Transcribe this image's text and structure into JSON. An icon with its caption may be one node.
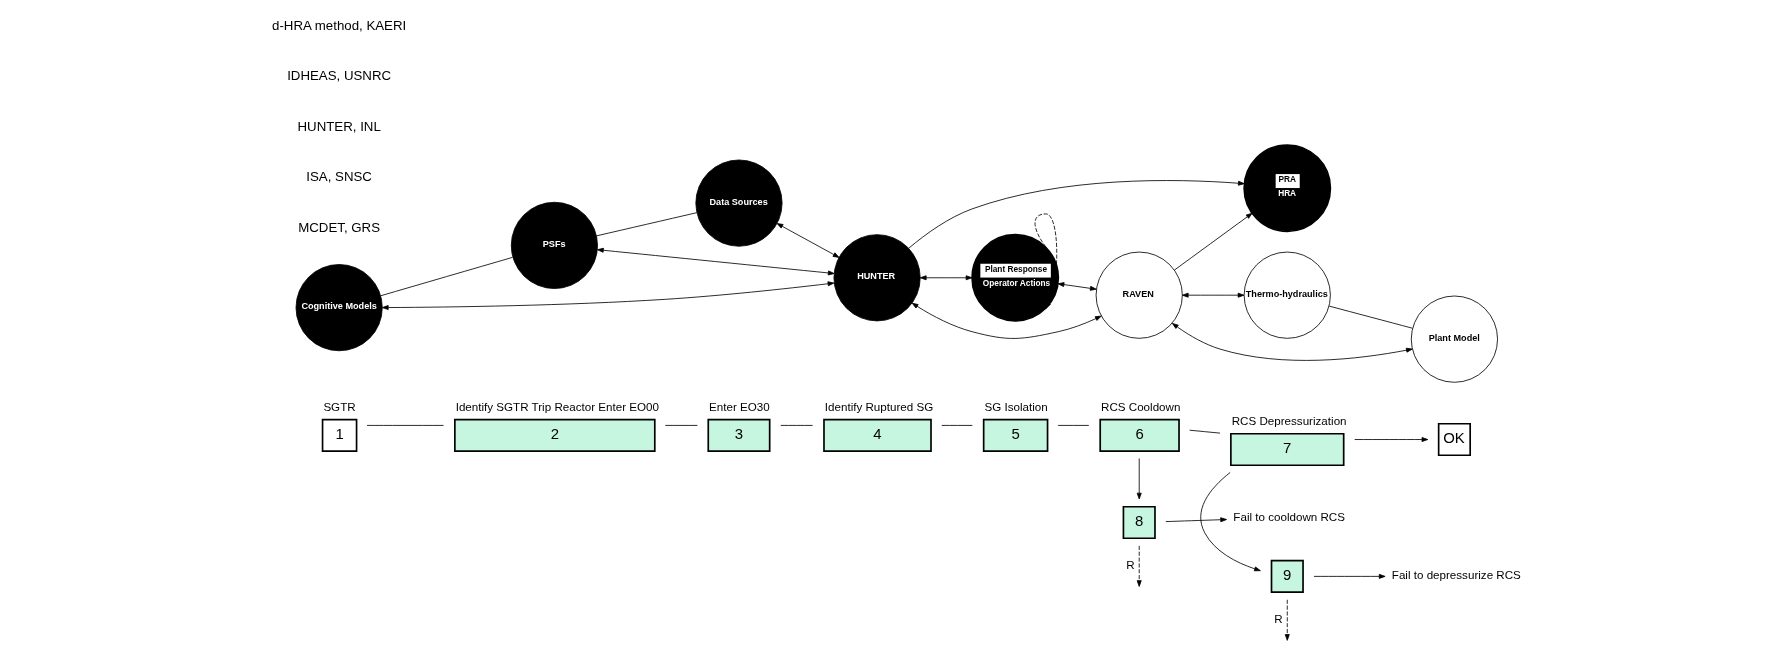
{
  "diagram": {
    "nodes": [
      {
        "text": [
          "Cognitive Models"
        ]
      },
      {
        "text": [
          "PSFs"
        ]
      },
      {
        "text": [
          "Data Sources"
        ]
      },
      {
        "text": [
          "HUNTER"
        ]
      },
      {
        "text": [
          "PRA",
          "HRA"
        ]
      },
      {
        "text": [
          "Plant Response",
          "Operator Actions"
        ]
      },
      {
        "text": [
          "RAVEN"
        ]
      },
      {
        "text": [
          "Thermo-hydraulics"
        ]
      },
      {
        "text": [
          "Plant Model"
        ]
      },
      {
        "text": [
          "1"
        ],
        "beside": [
          "SGTR"
        ]
      },
      {
        "text": [
          "2"
        ],
        "beside": [
          "Identify SGTR Trip Reactor Enter EO00"
        ]
      },
      {
        "text": [
          "3"
        ],
        "beside": [
          "Enter EO30"
        ]
      },
      {
        "text": [
          "4"
        ],
        "beside": [
          "Identify Ruptured SG"
        ]
      },
      {
        "text": [
          "5"
        ],
        "beside": [
          "SG Isolation"
        ]
      },
      {
        "text": [
          "6"
        ],
        "beside": [
          "RCS Cooldown"
        ]
      },
      {
        "text": [
          "7"
        ],
        "beside": [
          "RCS Depressurization"
        ]
      },
      {
        "text": [
          "OK"
        ]
      },
      {
        "text": [
          "9"
        ]
      },
      {
        "text": [
          "8"
        ]
      },
      {
        "text": [
          "Fail to depressurize RCS"
        ]
      },
      {
        "text": [
          "Fail to cooldown RCS"
        ]
      }
    ],
    "edges": [
      {
        "from": 0,
        "to": 1,
        "arrow": "none"
      },
      {
        "from": 1,
        "to": 2,
        "arrow": "none"
      },
      {
        "from": 0,
        "to": 3,
        "arrow": "both"
      },
      {
        "from": 1,
        "to": 3,
        "arrow": "both"
      },
      {
        "from": 2,
        "to": 3,
        "arrow": "both"
      },
      {
        "from": 3,
        "to": 4,
        "arrow": "to"
      },
      {
        "from": 6,
        "to": 4,
        "arrow": "to"
      },
      {
        "from": 3,
        "to": 6,
        "arrow": "both"
      },
      {
        "from": 3,
        "to": 5,
        "arrow": "both"
      },
      {
        "from": 5,
        "to": 6,
        "arrow": "both"
      },
      {
        "from": 6,
        "to": 7,
        "arrow": "both"
      },
      {
        "from": 6,
        "to": 8,
        "arrow": "both"
      },
      {
        "from": 7,
        "to": 8,
        "arrow": "none"
      },
      {
        "from": 5,
        "to": 5,
        "arrow": "to",
        "style": "dashed"
      },
      {
        "from": 9,
        "to": 10,
        "arrow": "none"
      },
      {
        "from": 10,
        "to": 11,
        "arrow": "none"
      },
      {
        "from": 11,
        "to": 12,
        "arrow": "none"
      },
      {
        "from": 12,
        "to": 13,
        "arrow": "none"
      },
      {
        "from": 13,
        "to": 14,
        "arrow": "none"
      },
      {
        "from": 14,
        "to": 15,
        "arrow": "none"
      },
      {
        "from": 15,
        "to": 16,
        "arrow": "to"
      },
      {
        "from": 14,
        "to": 18,
        "arrow": "to"
      },
      {
        "from": 15,
        "to": 17,
        "arrow": "to"
      },
      {
        "from": 17,
        "to": 19,
        "arrow": "to"
      },
      {
        "from": 18,
        "to": 20,
        "arrow": "to"
      },
      {
        "from": 18,
        "to": null,
        "arrow": "to",
        "style": "dashed",
        "label": "R"
      },
      {
        "from": 17,
        "to": null,
        "arrow": "to",
        "style": "dashed",
        "label": "R"
      }
    ],
    "labels": [
      "MCDET, GRS",
      "ISA, SNSC",
      "HUNTER, INL",
      "IDHEAS, USNRC",
      "d-HRA method, KAERI"
    ]
  }
}
